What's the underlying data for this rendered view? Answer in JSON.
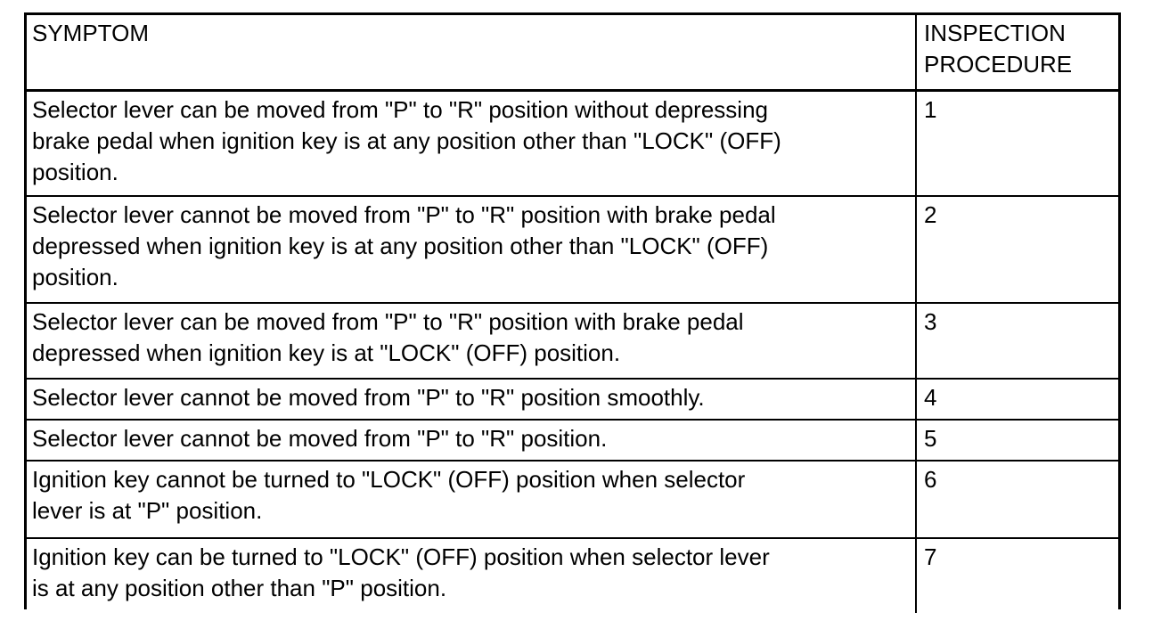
{
  "document": {
    "type": "table",
    "background_color": "#ffffff",
    "text_color": "#000000",
    "border_color": "#000000"
  },
  "table": {
    "columns": [
      {
        "key": "symptom",
        "label": "SYMPTOM"
      },
      {
        "key": "procedure",
        "label": "INSPECTION\nPROCEDURE"
      }
    ],
    "rows": [
      {
        "symptom": "Selector lever can be moved from \"P\" to \"R\" position without depressing\nbrake pedal when ignition key is at any position other than \"LOCK\" (OFF)\nposition.",
        "procedure": "1"
      },
      {
        "symptom": "Selector lever cannot be moved from \"P\" to \"R\" position with brake pedal\ndepressed when ignition key is at any position other than \"LOCK\" (OFF)\nposition.",
        "procedure": "2"
      },
      {
        "symptom": "Selector lever can be moved from \"P\" to \"R\" position with brake pedal\ndepressed when ignition key is at \"LOCK\" (OFF) position.",
        "procedure": "3"
      },
      {
        "symptom": "Selector lever cannot be moved from \"P\" to \"R\" position smoothly.",
        "procedure": "4"
      },
      {
        "symptom": "Selector lever cannot be moved from \"P\" to \"R\" position.",
        "procedure": "5"
      },
      {
        "symptom": "Ignition key cannot be turned to \"LOCK\" (OFF) position when selector\nlever is at \"P\" position.",
        "procedure": "6"
      },
      {
        "symptom": "Ignition key can be turned to \"LOCK\" (OFF) position when selector lever\nis at any position other than \"P\" position.",
        "procedure": "7"
      }
    ]
  }
}
